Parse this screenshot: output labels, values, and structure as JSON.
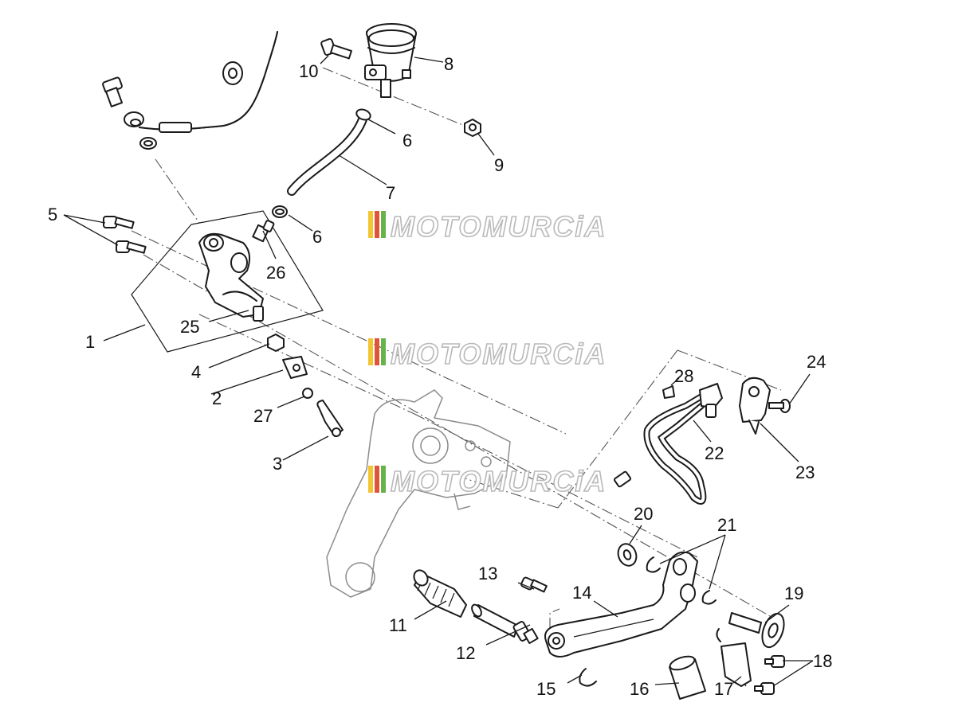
{
  "watermark": {
    "text": "MOTOMURCiA",
    "stripe_colors": [
      "#f3c531",
      "#e0553a",
      "#66b34a"
    ]
  },
  "callouts": {
    "c1": "1",
    "c2": "2",
    "c3": "3",
    "c4": "4",
    "c5": "5",
    "c6a": "6",
    "c6b": "6",
    "c7": "7",
    "c8": "8",
    "c9": "9",
    "c10": "10",
    "c11": "11",
    "c12": "12",
    "c13": "13",
    "c14": "14",
    "c15": "15",
    "c16": "16",
    "c17": "17",
    "c18": "18",
    "c19": "19",
    "c20": "20",
    "c21": "21",
    "c22": "22",
    "c23": "23",
    "c24": "24",
    "c25": "25",
    "c26": "26",
    "c27": "27",
    "c28": "28"
  },
  "colors": {
    "line": "#1a1a1a",
    "background": "#ffffff",
    "watermark_outline": "#b9b9b9"
  }
}
